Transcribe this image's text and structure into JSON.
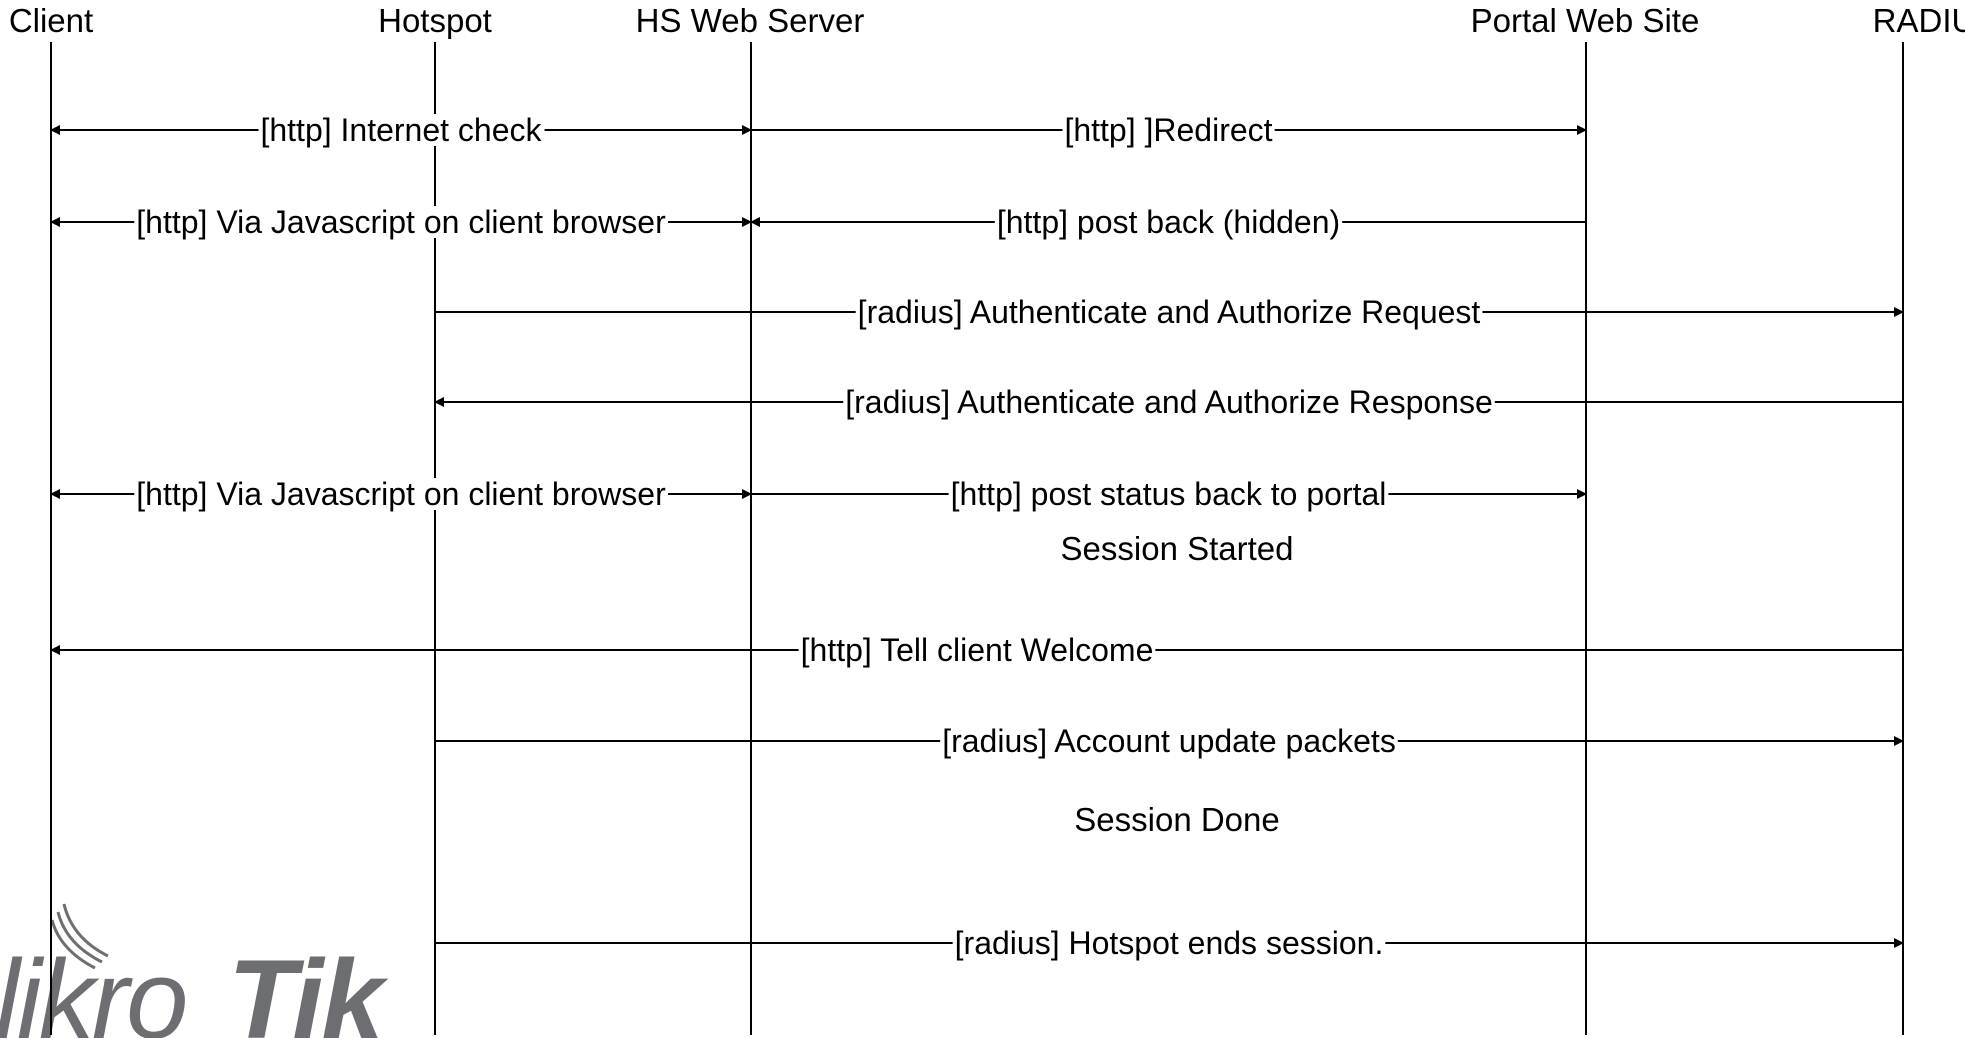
{
  "participants": [
    {
      "id": "client",
      "label": "Client"
    },
    {
      "id": "hotspot",
      "label": "Hotspot"
    },
    {
      "id": "hs_web",
      "label": "HS Web Server"
    },
    {
      "id": "portal",
      "label": "Portal Web Site"
    },
    {
      "id": "radius",
      "label": "RADIUS"
    }
  ],
  "messages": [
    {
      "label": "[http] Internet check",
      "from": "client",
      "to": "hs_web",
      "heads": "both"
    },
    {
      "label": "[http] ]Redirect",
      "from": "hs_web",
      "to": "portal",
      "heads": "end"
    },
    {
      "label": "[http] Via Javascript on client browser",
      "from": "client",
      "to": "hs_web",
      "heads": "both"
    },
    {
      "label": "[http] post back (hidden)",
      "from": "portal",
      "to": "hs_web",
      "heads": "end"
    },
    {
      "label": "[radius] Authenticate and Authorize Request",
      "from": "hotspot",
      "to": "radius",
      "heads": "end"
    },
    {
      "label": "[radius] Authenticate and Authorize Response",
      "from": "radius",
      "to": "hotspot",
      "heads": "end"
    },
    {
      "label": "[http] Via Javascript on client browser",
      "from": "client",
      "to": "hs_web",
      "heads": "both"
    },
    {
      "label": "[http] post status back to portal",
      "from": "hs_web",
      "to": "portal",
      "heads": "end"
    },
    {
      "label": "[http] Tell client Welcome",
      "from": "radius",
      "to": "client",
      "heads": "end"
    },
    {
      "label": "[radius] Account update packets",
      "from": "hotspot",
      "to": "radius",
      "heads": "end"
    },
    {
      "label": "[radius] Hotspot ends session.",
      "from": "hotspot",
      "to": "radius",
      "heads": "end"
    }
  ],
  "notes": [
    {
      "text": "Session Started"
    },
    {
      "text": "Session Done"
    }
  ],
  "logo": {
    "text": "MikroTik",
    "color": "#6d6e71"
  }
}
